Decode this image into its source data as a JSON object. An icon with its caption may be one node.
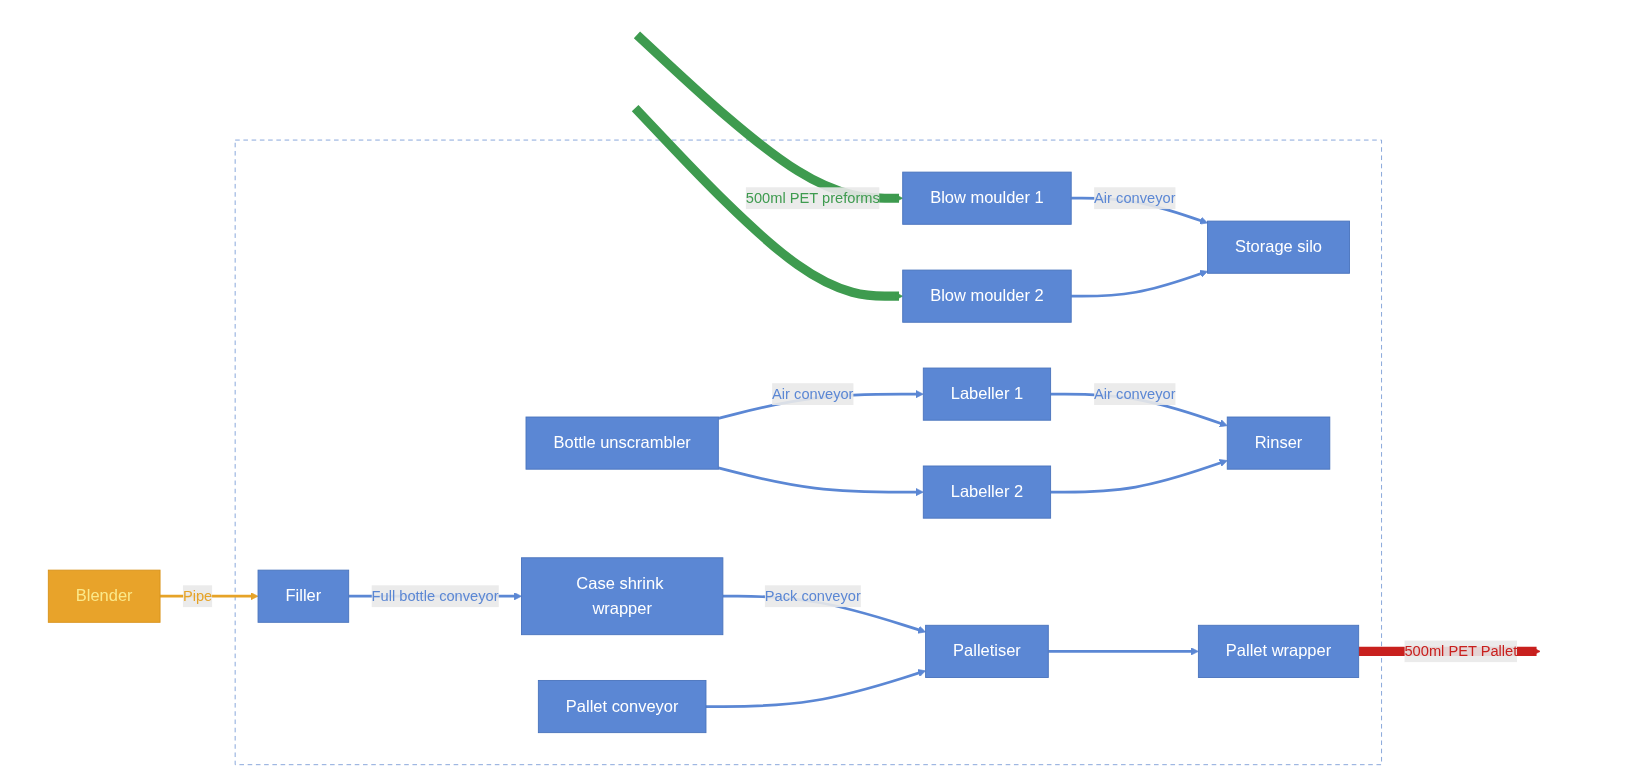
{
  "diagram": {
    "nodes": [
      {
        "text": [],
        "shape": "box"
      },
      {
        "text": [
          "Blow moulder 1"
        ],
        "in": 0
      },
      {
        "text": [
          "Blow moulder 2"
        ],
        "in": 0
      },
      {
        "text": [
          "Storage silo"
        ],
        "in": 0
      },
      {
        "text": [
          "Bottle unscrambler"
        ],
        "in": 0
      },
      {
        "text": [
          "Labeller 1"
        ],
        "in": 0
      },
      {
        "text": [
          "Labeller 2"
        ],
        "in": 0
      },
      {
        "text": [
          "Rinser"
        ],
        "in": 0
      },
      {
        "text": [
          "Filler"
        ],
        "in": 0
      },
      {
        "text": [
          "Blender"
        ]
      },
      {
        "text": [
          "Case shrink wrapper"
        ],
        "in": 0
      },
      {
        "text": [
          "Palletiser"
        ],
        "in": 0
      },
      {
        "text": [
          "Pallet wrapper"
        ],
        "in": 0
      },
      {
        "text": [
          "Pallet conveyor"
        ],
        "in": 0
      }
    ],
    "edges": [
      {
        "from": null,
        "to": 1,
        "arrow": "to",
        "label": "500ml PET preforms",
        "style": "thick",
        "color": "#3e9b4f"
      },
      {
        "from": null,
        "to": 2,
        "arrow": "to",
        "style": "thick",
        "color": "#3e9b4f"
      },
      {
        "from": 1,
        "to": 3,
        "arrow": "to",
        "label": "Air conveyor"
      },
      {
        "from": 2,
        "to": 3,
        "arrow": "to"
      },
      {
        "from": 4,
        "to": 5,
        "arrow": "to",
        "label": "Air conveyor"
      },
      {
        "from": 4,
        "to": 6,
        "arrow": "to"
      },
      {
        "from": 5,
        "to": 7,
        "arrow": "to",
        "label": "Air conveyor"
      },
      {
        "from": 6,
        "to": 7,
        "arrow": "to"
      },
      {
        "from": 9,
        "to": 8,
        "arrow": "to",
        "label": "Pipe",
        "color": "#e6a328"
      },
      {
        "from": 8,
        "to": 10,
        "arrow": "to",
        "label": "Full bottle conveyor"
      },
      {
        "from": 10,
        "to": 11,
        "arrow": "to",
        "label": "Pack conveyor"
      },
      {
        "from": 11,
        "to": 12,
        "arrow": "to"
      },
      {
        "from": 13,
        "to": 11,
        "arrow": "to"
      },
      {
        "from": 12,
        "to": null,
        "arrow": "to",
        "label": "500ml PET Pallet",
        "style": "thick",
        "color": "#c8201e"
      }
    ]
  }
}
